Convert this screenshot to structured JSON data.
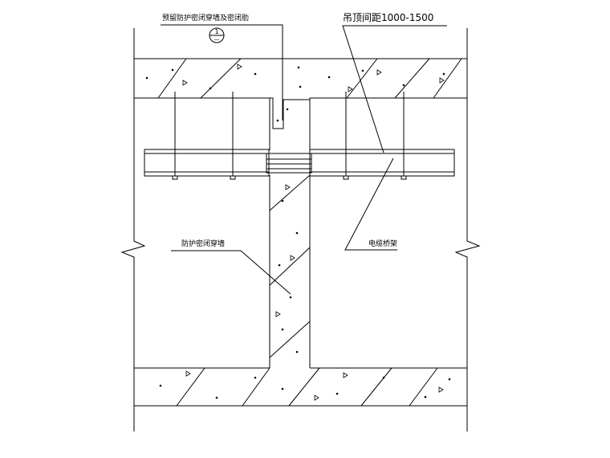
{
  "labels": {
    "reserved_opening": "预留防护密闭穿墙及密闭肋",
    "hanger_spacing": "吊顶间距1000-1500",
    "protective_wall": "防护密闭穿墙",
    "cable_tray": "电缆桥架",
    "section_symbol_top": "1",
    "section_symbol_bottom": "—"
  },
  "colors": {
    "line": "#000000",
    "background": "#ffffff"
  }
}
